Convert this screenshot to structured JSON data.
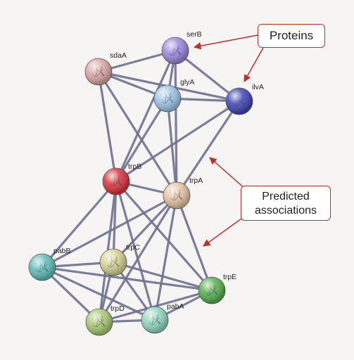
{
  "nodes": [
    {
      "id": "serB",
      "label": "serB",
      "color": "#9a86e0"
    },
    {
      "id": "sdaA",
      "label": "sdaA",
      "color": "#dba7a3"
    },
    {
      "id": "glyA",
      "label": "glyA",
      "color": "#9ec6e6"
    },
    {
      "id": "ilvA",
      "label": "ilvA",
      "color": "#3f44b6"
    },
    {
      "id": "trpB",
      "label": "trpB",
      "color": "#d8323c"
    },
    {
      "id": "trpA",
      "label": "trpA",
      "color": "#e6c4a5"
    },
    {
      "id": "pabB",
      "label": "pabB",
      "color": "#5fbdb9"
    },
    {
      "id": "trpC",
      "label": "trpC",
      "color": "#d7d291"
    },
    {
      "id": "trpE",
      "label": "trpE",
      "color": "#55b04e"
    },
    {
      "id": "trpD",
      "label": "trpD",
      "color": "#a9c872"
    },
    {
      "id": "pabA",
      "label": "pabA",
      "color": "#8fd8bf"
    }
  ],
  "edges": [
    [
      "sdaA",
      "serB"
    ],
    [
      "sdaA",
      "glyA"
    ],
    [
      "sdaA",
      "ilvA"
    ],
    [
      "sdaA",
      "trpB"
    ],
    [
      "sdaA",
      "trpA"
    ],
    [
      "serB",
      "glyA"
    ],
    [
      "serB",
      "ilvA"
    ],
    [
      "serB",
      "trpB"
    ],
    [
      "serB",
      "trpA"
    ],
    [
      "glyA",
      "ilvA"
    ],
    [
      "glyA",
      "trpB"
    ],
    [
      "glyA",
      "trpA"
    ],
    [
      "ilvA",
      "trpB"
    ],
    [
      "ilvA",
      "trpA"
    ],
    [
      "trpB",
      "trpA"
    ],
    [
      "trpB",
      "pabB"
    ],
    [
      "trpB",
      "trpC"
    ],
    [
      "trpB",
      "trpD"
    ],
    [
      "trpB",
      "pabA"
    ],
    [
      "trpB",
      "trpE"
    ],
    [
      "trpA",
      "pabB"
    ],
    [
      "trpA",
      "trpC"
    ],
    [
      "trpA",
      "trpD"
    ],
    [
      "trpA",
      "pabA"
    ],
    [
      "trpA",
      "trpE"
    ],
    [
      "pabB",
      "trpC"
    ],
    [
      "pabB",
      "trpD"
    ],
    [
      "pabB",
      "pabA"
    ],
    [
      "pabB",
      "trpE"
    ],
    [
      "trpC",
      "trpD"
    ],
    [
      "trpC",
      "pabA"
    ],
    [
      "trpC",
      "trpE"
    ],
    [
      "trpD",
      "pabA"
    ],
    [
      "trpD",
      "trpE"
    ],
    [
      "pabA",
      "trpE"
    ]
  ],
  "edge_color": "#6e7190",
  "callout_color": "#c0302b",
  "callouts": {
    "proteins": "Proteins",
    "predicted_line1": "Predicted",
    "predicted_line2": "associations"
  }
}
